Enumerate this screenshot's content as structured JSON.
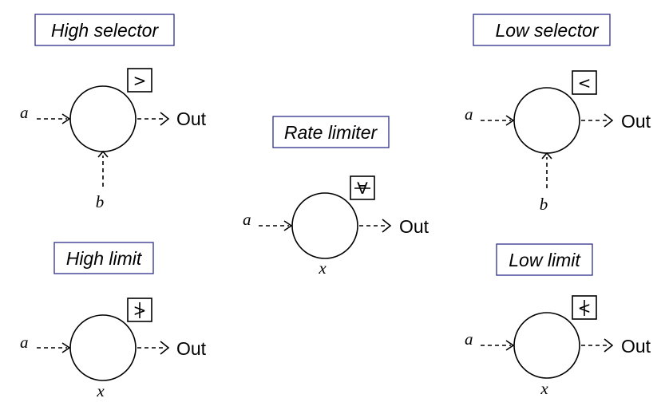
{
  "blocks": {
    "high_selector": {
      "title": "High selector",
      "symbol": ">",
      "input_a": "a",
      "input_b": "b",
      "output": "Out"
    },
    "low_selector": {
      "title": "Low selector",
      "symbol": "<",
      "input_a": "a",
      "input_b": "b",
      "output": "Out"
    },
    "rate_limiter": {
      "title": "Rate limiter",
      "symbol": "∀",
      "input_a": "a",
      "param": "x",
      "output": "Out"
    },
    "high_limit": {
      "title": "High limit",
      "symbol": ">",
      "input_a": "a",
      "param": "x",
      "output": "Out"
    },
    "low_limit": {
      "title": "Low limit",
      "symbol": "<",
      "input_a": "a",
      "param": "x",
      "output": "Out"
    }
  }
}
